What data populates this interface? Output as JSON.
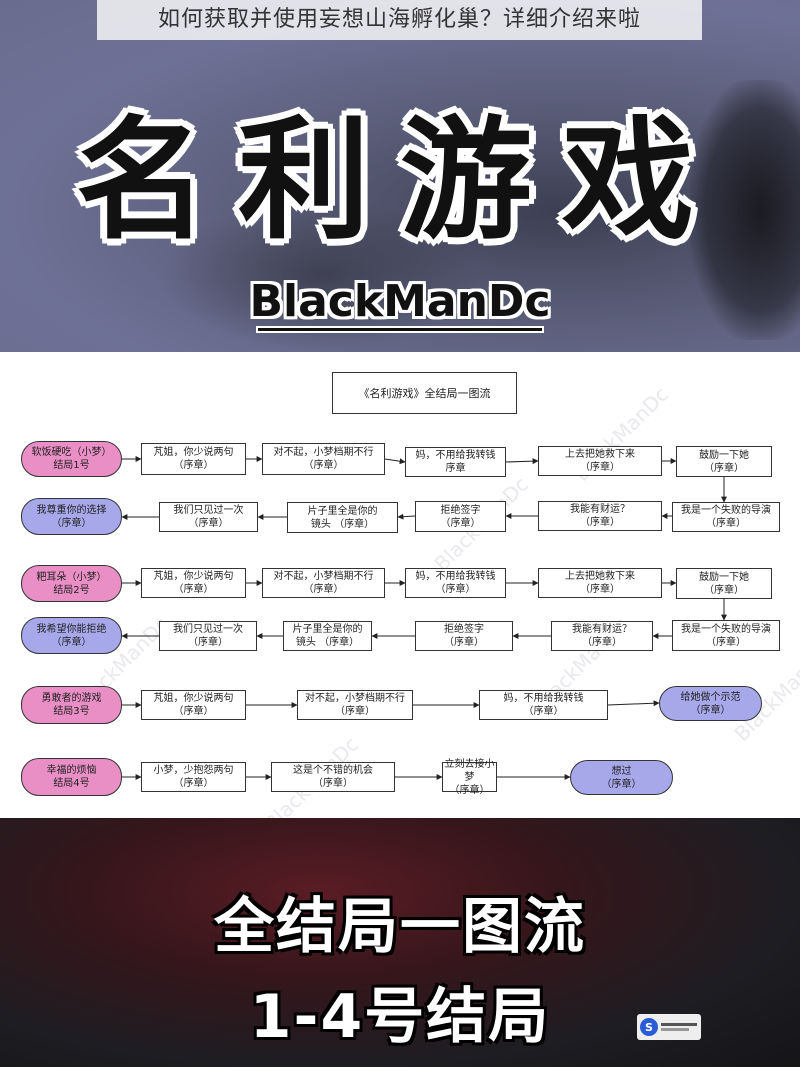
{
  "caption": "如何获取并使用妄想山海孵化巢？详细介绍来啦",
  "banner": {
    "title": "名利游戏",
    "author": "BlackManDc"
  },
  "watermark": "BlackManDc",
  "flow": {
    "title": "《名利游戏》全结局一图流",
    "row1": {
      "start": [
        "软饭硬吃（小梦）",
        "结局1号"
      ],
      "steps": [
        [
          "芃姐，你少说两句",
          "（序章）"
        ],
        [
          "对不起，小梦档期不行",
          "（序章）"
        ],
        [
          "妈，不用给我转钱",
          "序章"
        ],
        [
          "上去把她救下来",
          "（序章）"
        ],
        [
          "鼓励一下她",
          "（序章）"
        ]
      ]
    },
    "row2": {
      "end": [
        "我尊重你的选择",
        "（序章）"
      ],
      "steps": [
        [
          "我们只见过一次",
          "（序章）"
        ],
        [
          "片子里全是你的",
          "镜头 （序章）"
        ],
        [
          "拒绝签字",
          "（序章）"
        ],
        [
          "我能有财运？",
          "（序章）"
        ],
        [
          "我是一个失败的导演",
          "（序章）"
        ]
      ]
    },
    "row3": {
      "start": [
        "粑耳朵（小梦）",
        "结局2号"
      ],
      "steps": [
        [
          "芃姐，你少说两句",
          "（序章）"
        ],
        [
          "对不起，小梦档期不行",
          "（序章）"
        ],
        [
          "妈，不用给我转钱",
          "（序章）"
        ],
        [
          "上去把她救下来",
          "（序章）"
        ],
        [
          "鼓励一下她",
          "（序章）"
        ]
      ]
    },
    "row4": {
      "end": [
        "我希望你能拒绝",
        "（序章）"
      ],
      "steps": [
        [
          "我们只见过一次",
          "（序章）"
        ],
        [
          "片子里全是你的",
          "镜头 （序章）"
        ],
        [
          "拒绝签字",
          "（序章）"
        ],
        [
          "我能有财运？",
          "（序章）"
        ],
        [
          "我是一个失败的导演",
          "（序章）"
        ]
      ]
    },
    "row5": {
      "start": [
        "勇敢者的游戏",
        "结局3号"
      ],
      "steps": [
        [
          "芃姐，你少说两句",
          "（序章）"
        ],
        [
          "对不起，小梦档期不行",
          "（序章）"
        ],
        [
          "妈，不用给我转钱",
          "（序章）"
        ]
      ],
      "end": [
        "给她做个示范",
        "（序章）"
      ]
    },
    "row6": {
      "start": [
        "幸福的烦恼",
        "结局4号"
      ],
      "steps": [
        [
          "小梦，少抱怨两句",
          "（序章）"
        ],
        [
          "这是个不错的机会",
          "（序章）"
        ],
        [
          "立刻去接小梦",
          "（序章）"
        ]
      ],
      "end": [
        "想过",
        "（序章）"
      ]
    }
  },
  "bottom": {
    "line1": "全结局一图流",
    "line2": "1-4号结局"
  },
  "colors": {
    "pink": "#e98fc5",
    "blue": "#a7a8ea"
  }
}
